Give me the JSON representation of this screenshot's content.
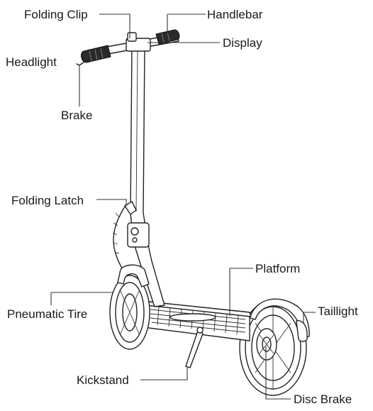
{
  "diagram": {
    "labels": {
      "folding_clip": "Folding Clip",
      "handlebar": "Handlebar",
      "headlight": "Headlight",
      "display": "Display",
      "brake": "Brake",
      "folding_latch": "Folding Latch",
      "platform": "Platform",
      "pneumatic_tire": "Pneumatic Tire",
      "taillight": "Taillight",
      "kickstand": "Kickstand",
      "disc_brake": "Disc Brake"
    },
    "colors": {
      "line": "#222222",
      "grip": "#2a2a2a",
      "background": "#ffffff"
    }
  }
}
